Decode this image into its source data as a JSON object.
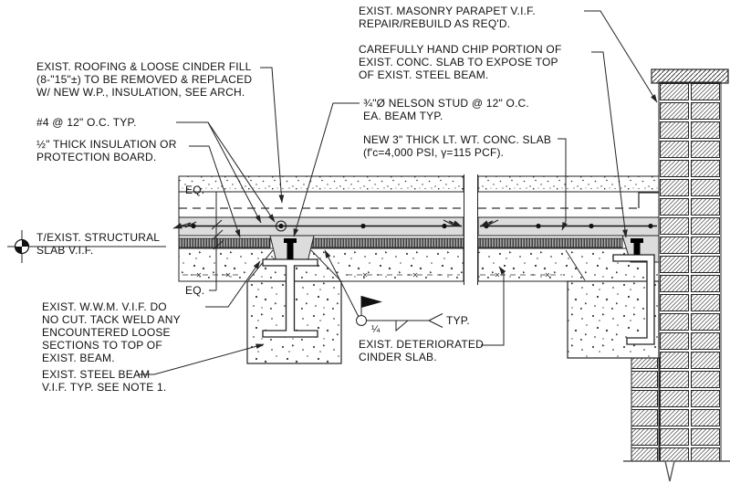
{
  "drawing_type": "structural-roof-slab-parapet-section-detail",
  "colors": {
    "line": "#222222",
    "text": "#111111",
    "new_slab_fill": "#dcdcdc",
    "insulation_fill": "#a8a8a8",
    "stud_fill": "#000000"
  },
  "callouts": {
    "parapet": {
      "lines": [
        "EXIST. MASONRY PARAPET V.I.F.",
        "REPAIR/REBUILD AS REQ'D."
      ]
    },
    "hand_chip": {
      "lines": [
        "CAREFULLY HAND CHIP PORTION OF",
        "EXIST. CONC. SLAB TO EXPOSE TOP",
        "OF EXIST. STEEL BEAM."
      ]
    },
    "roofing": {
      "lines": [
        "EXIST. ROOFING & LOOSE CINDER FILL",
        "(8-\"15\"±) TO BE REMOVED & REPLACED",
        "W/ NEW W.P., INSULATION, SEE ARCH."
      ]
    },
    "rebar": {
      "lines": [
        "#4 @ 12\" O.C. TYP."
      ]
    },
    "insulation": {
      "lines": [
        "½\" THICK INSULATION OR",
        "PROTECTION BOARD."
      ]
    },
    "nelson_stud": {
      "lines": [
        "¾\"Ø NELSON STUD @ 12\" O.C.",
        "EA. BEAM TYP."
      ]
    },
    "new_slab": {
      "lines": [
        "NEW 3\" THICK LT. WT. CONC. SLAB",
        "(f'c=4,000 PSI, γ=115 PCF)."
      ]
    },
    "datum": {
      "lines": [
        "T/EXIST. STRUCTURAL",
        "SLAB V.I.F."
      ]
    },
    "wwm": {
      "lines": [
        "EXIST. W.W.M. V.I.F. DO",
        "NO CUT. TACK WELD ANY",
        "ENCOUNTERED LOOSE",
        "SECTIONS TO TOP OF",
        "EXIST. BEAM."
      ]
    },
    "steel_beam": {
      "lines": [
        "EXIST. STEEL BEAM",
        "V.I.F. TYP. SEE NOTE 1."
      ]
    },
    "cinder_slab": {
      "lines": [
        "EXIST. DETERIORATED",
        "CINDER SLAB."
      ]
    }
  },
  "dimensions": {
    "eq_top": "EQ.",
    "eq_bottom": "EQ."
  },
  "weld_symbol": {
    "size": "¼",
    "note": "TYP."
  }
}
